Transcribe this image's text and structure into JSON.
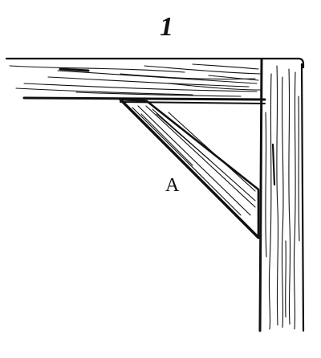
{
  "figure": {
    "number": "1",
    "parts": [
      {
        "label": "A",
        "name": "brace"
      }
    ],
    "colors": {
      "ink": "#111111",
      "paper": "#ffffff"
    }
  }
}
